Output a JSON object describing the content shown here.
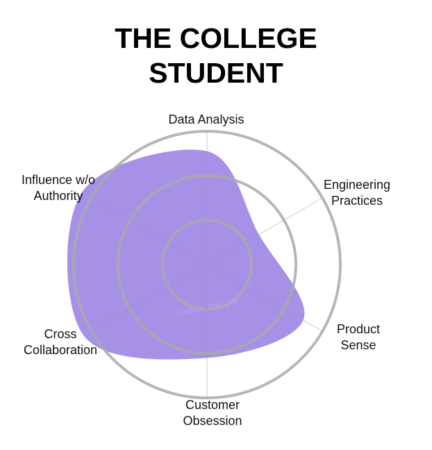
{
  "chart_data": {
    "type": "radar",
    "title_lines": [
      "THE COLLEGE",
      "STUDENT"
    ],
    "axes": [
      {
        "label_lines": [
          "Data Analysis"
        ],
        "value": 2.55
      },
      {
        "label_lines": [
          "Engineering",
          "Practices"
        ],
        "value": 1.35
      },
      {
        "label_lines": [
          "Product",
          "Sense"
        ],
        "value": 2.5
      },
      {
        "label_lines": [
          "Customer",
          "Obsession"
        ],
        "value": 2.1
      },
      {
        "label_lines": [
          "Cross",
          "Collaboration"
        ],
        "value": 3.2
      },
      {
        "label_lines": [
          "Influence w/o",
          "Authority"
        ],
        "value": 3.25
      }
    ],
    "rings": 3,
    "max": 3,
    "colors": {
      "fill": "#9b82e4",
      "ring": "#a9a9a9",
      "spoke": "#dcdcdc",
      "watermark": "#b79cf2"
    },
    "watermark": "@alex_the_pm"
  }
}
